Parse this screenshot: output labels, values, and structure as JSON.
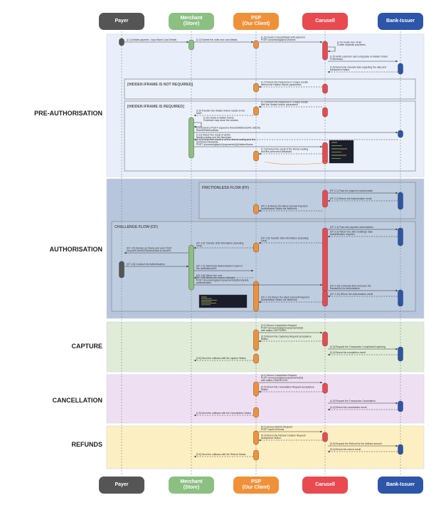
{
  "actors": [
    {
      "name": "Payer",
      "color": "#555555"
    },
    {
      "name": "Merchant\n(Store)",
      "color": "#8cbf82"
    },
    {
      "name": "PSP\n(Our Client)",
      "color": "#f0913a"
    },
    {
      "name": "Carusell",
      "color": "#e84a50"
    },
    {
      "name": "Bank-Issuer",
      "color": "#2d55a8"
    }
  ],
  "sections": [
    {
      "label": "PRE-AUTHORISATION",
      "bg": "#e9effa"
    },
    {
      "label": "AUTHORISATION",
      "bg": "#b7c6dc"
    },
    {
      "label": "CAPTURE",
      "bg": "#e0ecd8"
    },
    {
      "label": "CANCELLATION",
      "bg": "#eee0f2"
    },
    {
      "label": "REFUNDS",
      "bg": "#fcefc2"
    }
  ],
  "frames": {
    "hidden_not_required": "[HIDDEN IFRAME IS NOT REQUIRED]",
    "hidden_required": "[HIDDEN IFRAME IS REQUIRED]",
    "frictionless": "FRICTIONLESS FLOW (FF)",
    "challenge": "CHALLENGE FLOW (CF)"
  },
  "messages": [
    {
      "label": "[1.1] Initiate payment - input Bank Card Details"
    },
    {
      "label": "[1.2] Submit the order and card details"
    },
    {
      "label": "[1.3] Create a Deposit/Sale with payment\nPOST /processing/api/v1/tokens"
    },
    {
      "label": "[1.4] Create new Order\nCreate separate payments"
    },
    {
      "label": "[1.5] Verify customer card using data in Hidden Frame\nif necessary"
    },
    {
      "label": "[1.6] Return the relevant data regarding the data and\ntransaction Status"
    },
    {
      "label": "[1.7] Return the Response in 3 steps results\nwithout the Hidden Iframe parameters"
    },
    {
      "label": "[1.8] Transfer the Hidden Iframe results to the\nstore"
    },
    {
      "label": "[1.7] Return the Response in 3 steps results\nwith the Hidden Iframe parameters"
    },
    {
      "label": "[1.9] Create a Hidden Iframe\nCustomer may close the window"
    },
    {
      "label": "[1.10] Send a POST request to threeDSMethodURL with the\nthreeDSMethodData"
    },
    {
      "label": "[1.11] Return the result of all the\niframe loading and the Merchant"
    },
    {
      "label": "[1.12] Return the result of all the iframe loading and the\nperformed Metadata\nPOST /processing/api/v1/payments/{id}/hiddenIframe"
    },
    {
      "label": "[1.13] Return the result of the iframe loading\nand the performed Metadata"
    },
    {
      "label": "[FF-2.1] Pass the payment authorisation"
    },
    {
      "label": "[FF-2.2] Return the Authorisation result"
    },
    {
      "label": "[FF-2.3] Return the latest Carusell Payment\nauthorisation Status via Webhook"
    },
    {
      "label": "[CF-2.1] Pass the payment authorisation"
    },
    {
      "label": "[CF-2.2] Return the 3DS challenge data\nauthentication required"
    },
    {
      "label": "[CF-2.3] Transfer 3DS information (including\ncreq)"
    },
    {
      "label": "[CF-2.4] Transfer 3DS information (including\ncreq)"
    },
    {
      "label": "[CF-2.5] Render an iframe and auto POST\ncreq and threeDSSessionData to acsURL"
    },
    {
      "label": "[CF-2.6] Conduct the Authentication"
    },
    {
      "label": "[CF-2.7] Submit the Authentication result to\nthe notificationURL"
    },
    {
      "label": "[CF-2.8] Return the cres"
    },
    {
      "label": "[CF-2.9] Return the cres to Carusell\nPOST /processing/api/v1/payments/{id}/complete\nauthentication"
    },
    {
      "label": "[CF-2.10] Complete 3DS and pass the\ntransaction for authorisation"
    },
    {
      "label": "[CF-2.11] Return the authorisation result"
    },
    {
      "label": "[CF-2.12] Return the latest Carusell Payment\nauthorisation Status via Webhook"
    },
    {
      "label": "[3.1] Send a Completion Request\nPOST /processing/api/v1/payments/{id}\nwith status CAPTURED"
    },
    {
      "label": "[3.2] Return the Capturing Request acceptance\nStatus"
    },
    {
      "label": "[3.3] Request the Transaction Completion/Capturing"
    },
    {
      "label": "[3.4] Return the completion result"
    },
    {
      "label": "[3.5] Send the callback with the capture Status"
    },
    {
      "label": "[4.1] Send a Completion Request\nPOST /processing/api/v1/payments/{id}\nwith status CANCELLED"
    },
    {
      "label": "[4.2] Return the Cancellation Request acceptance\nStatus"
    },
    {
      "label": "[4.3] Request the Transaction Cancellation"
    },
    {
      "label": "[4.4] Return the cancellation result"
    },
    {
      "label": "[4.5] Send the callback with the Cancellation Status"
    },
    {
      "label": "[5.1] Send a Refund Request\nPOST /api/v1/refunds"
    },
    {
      "label": "[5.2] Return the Refund Creation Request\nacceptance Status"
    },
    {
      "label": "[5.3] Request the Refund for the defined amount"
    },
    {
      "label": "[5.4] Return the refund result"
    },
    {
      "label": "[5.5] Send the callback with the Refund Status"
    }
  ]
}
